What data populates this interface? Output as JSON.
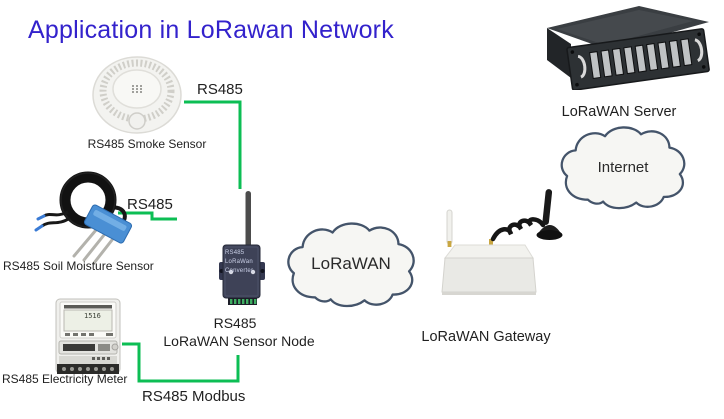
{
  "title": "Application in LoRawan Network",
  "colors": {
    "title_blue": "#3322cc",
    "link_green": "#0cbe54",
    "cloud_stroke": "#44546a",
    "cloud_fill": "#f6f6f3",
    "node_body": "#3e4257",
    "label_text": "#1f1f1f"
  },
  "devices": {
    "smoke_sensor": {
      "label": "RS485 Smoke Sensor"
    },
    "soil_sensor": {
      "label": "RS485 Soil Moisture Sensor"
    },
    "electricity_meter": {
      "label": "RS485 Electricity Meter",
      "display": "1516"
    },
    "sensor_node": {
      "label_top": "RS485",
      "label_bottom": "LoRaWAN Sensor Node",
      "device_text_line1": "RS485",
      "device_text_line2": "LoRaWan",
      "device_text_line3": "Converter"
    },
    "gateway": {
      "label": "LoRaWAN Gateway"
    },
    "server": {
      "label": "LoRaWAN Server"
    }
  },
  "clouds": {
    "lorawan": {
      "label": "LoRaWAN"
    },
    "internet": {
      "label": "Internet"
    }
  },
  "links": {
    "smoke_to_node": "RS485",
    "soil_to_node": "RS485",
    "meter_to_node": "RS485 Modbus"
  }
}
